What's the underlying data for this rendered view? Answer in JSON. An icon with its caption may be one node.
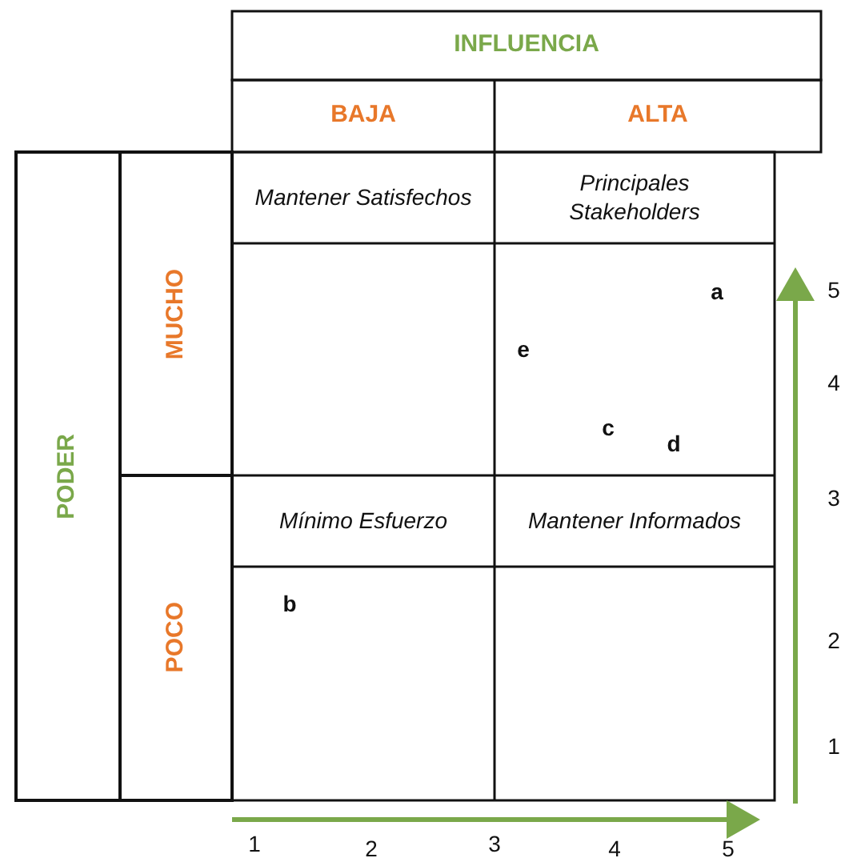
{
  "diagram": {
    "labels": [
      "INFLUENCIA",
      "BAJA",
      "ALTA",
      "PODER",
      "MUCHO",
      "Mantener Satisfechos",
      "Principales Stakeholders",
      "a",
      "5",
      "e",
      "4",
      "c",
      "d",
      "3",
      "POCO",
      "Mínimo Esfuerzo",
      "Mantener Informados",
      "b",
      "2",
      "1",
      "1",
      "2",
      "3",
      "4",
      "5"
    ]
  }
}
